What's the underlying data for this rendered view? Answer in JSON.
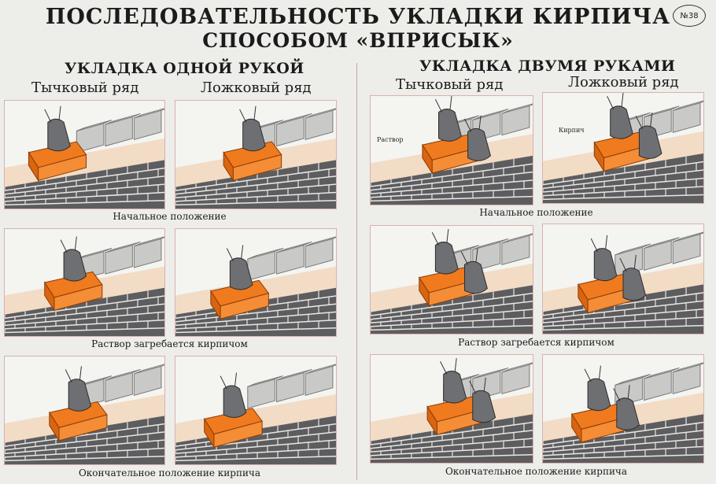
{
  "title": {
    "line1": "ПОСЛЕДОВАТЕЛЬНОСТЬ УКЛАДКИ КИРПИЧА",
    "line2": "СПОСОБОМ «ВПРИСЫК»",
    "badge": "№38"
  },
  "sections": [
    {
      "heading": "УКЛАДКА ОДНОЙ РУКОЙ",
      "columns": [
        "Тычковый ряд",
        "Ложковый ряд"
      ],
      "captions": [
        "Начальное положение",
        "Раствор загребается кирпичом",
        "Окончательное положение кирпича"
      ]
    },
    {
      "heading": "УКЛАДКА ДВУМЯ РУКАМИ",
      "columns": [
        "Тычковый ряд",
        "Ложковый ряд"
      ],
      "captions": [
        "Начальное положение",
        "Раствор загребается кирпичом",
        "Окончательное положение кирпича"
      ],
      "labels": {
        "mortar": "Раствор",
        "brick": "Кирпич"
      }
    }
  ],
  "colors": {
    "brick_orange": "#f07a1e",
    "wall_gray": "#5d5d5f",
    "glove_gray": "#6e6f72",
    "mortar": "#f2dcc6",
    "frame": "#d8b2ae"
  }
}
